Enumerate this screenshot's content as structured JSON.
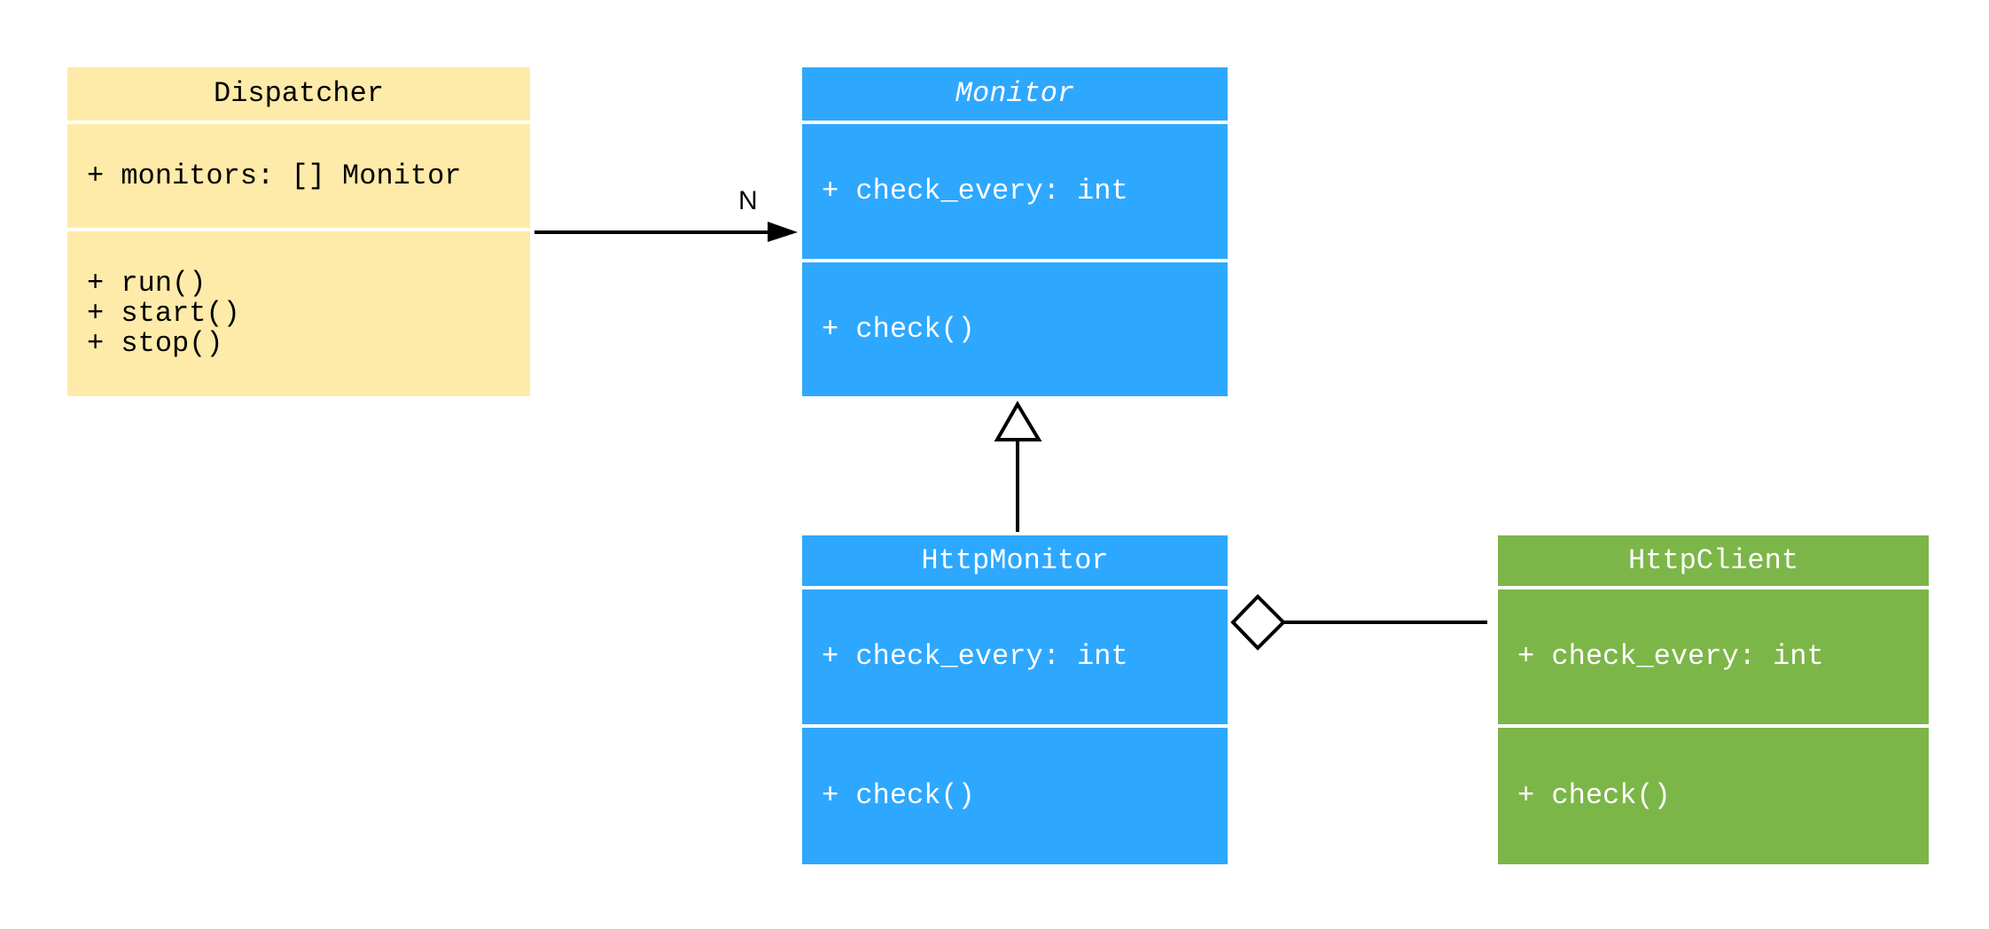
{
  "classes": {
    "dispatcher": {
      "name": "Dispatcher",
      "attributes": "+ monitors: [] Monitor",
      "methods": "+ run()\n+ start()\n+ stop()",
      "color": "#FEEBA9"
    },
    "monitor": {
      "name": "Monitor",
      "abstract": true,
      "attributes": "+ check_every: int",
      "methods": "+ check()",
      "color": "#2EA8FF"
    },
    "http_monitor": {
      "name": "HttpMonitor",
      "attributes": "+ check_every: int",
      "methods": "+ check()",
      "color": "#2EA8FF"
    },
    "http_client": {
      "name": "HttpClient",
      "attributes": "+ check_every: int",
      "methods": "+ check()",
      "color": "#7CB648"
    }
  },
  "relations": {
    "dispatcher_monitor": {
      "type": "association",
      "multiplicity": "N"
    },
    "httpmonitor_monitor": {
      "type": "generalization"
    },
    "httpmonitor_httpclient": {
      "type": "aggregation"
    }
  }
}
